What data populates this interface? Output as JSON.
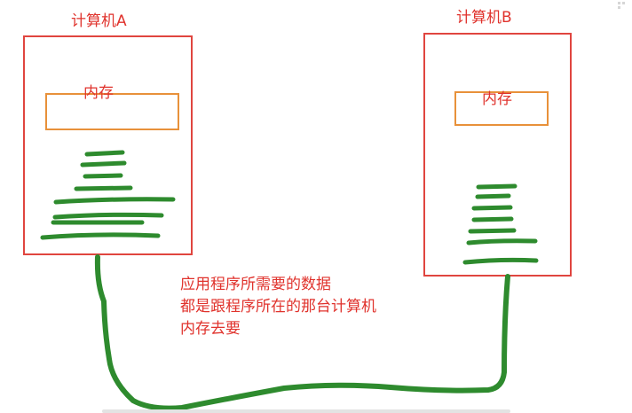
{
  "computer_a": {
    "title": "计算机A",
    "memory_label": "内存"
  },
  "computer_b": {
    "title": "计算机B",
    "memory_label": "内存"
  },
  "note": {
    "lines": [
      "应用程序所需要的数据",
      "都是跟程序所在的那台计算机",
      "内存去要"
    ]
  },
  "colors": {
    "box_border": "#e0453f",
    "memory_border": "#e8913a",
    "program_stroke": "#2e8b2e",
    "text": "#e0332d"
  }
}
